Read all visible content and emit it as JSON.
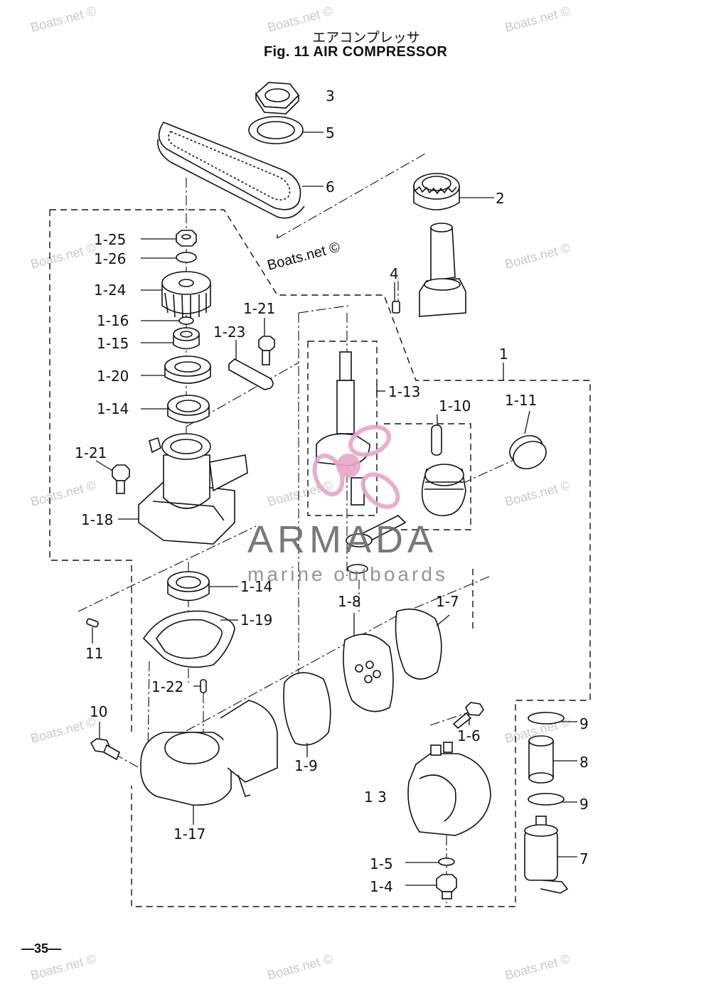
{
  "title": {
    "jp": "エアコンプレッサ",
    "en": "Fig. 11   AIR COMPRESSOR"
  },
  "page_number": "—35—",
  "logo": {
    "name": "ARMADA",
    "tagline": "marine outboards",
    "accent_color": "#e8a6c8"
  },
  "watermark": "Boats.net ©",
  "callouts": [
    "3",
    "5",
    "6",
    "2",
    "4",
    "1",
    "1-25",
    "1-26",
    "1-24",
    "1-16",
    "1-15",
    "1-20",
    "1-14",
    "1-21",
    "1-23",
    "1-21",
    "1-18",
    "1-13",
    "1-10",
    "1-11",
    "1-14",
    "1-19",
    "11",
    "1-8",
    "1-7",
    "1-22",
    "10",
    "1-6",
    "1-9",
    "9",
    "8",
    "9",
    "1 3",
    "7",
    "1-17",
    "1-5",
    "1-4"
  ]
}
